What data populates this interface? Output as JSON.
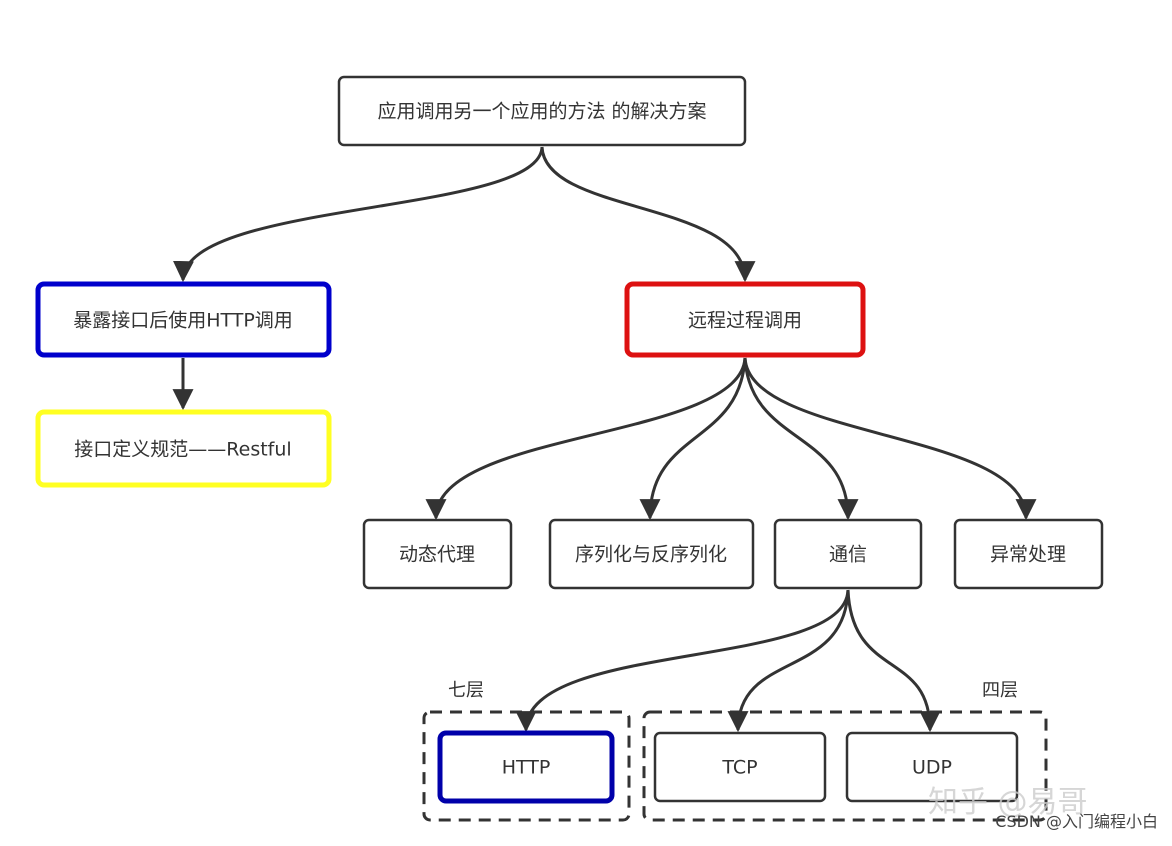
{
  "nodes": {
    "root": "应用调用另一个应用的方法 的解决方案",
    "http_call": "暴露接口后使用HTTP调用",
    "restful": "接口定义规范——Restful",
    "rpc": "远程过程调用",
    "dynamic_proxy": "动态代理",
    "serialization": "序列化与反序列化",
    "communication": "通信",
    "exception": "异常处理",
    "http": "HTTP",
    "tcp": "TCP",
    "udp": "UDP"
  },
  "groups": {
    "seven_layer": "七层",
    "four_layer": "四层"
  },
  "watermark": {
    "zhihu": "知乎 @易哥",
    "csdn": "CSDN @入门编程小白"
  },
  "colors": {
    "default_border": "#333333",
    "blue_border": "#0000cc",
    "red_border": "#dd1111",
    "yellow_border": "#ffff22",
    "edge": "#333333"
  }
}
